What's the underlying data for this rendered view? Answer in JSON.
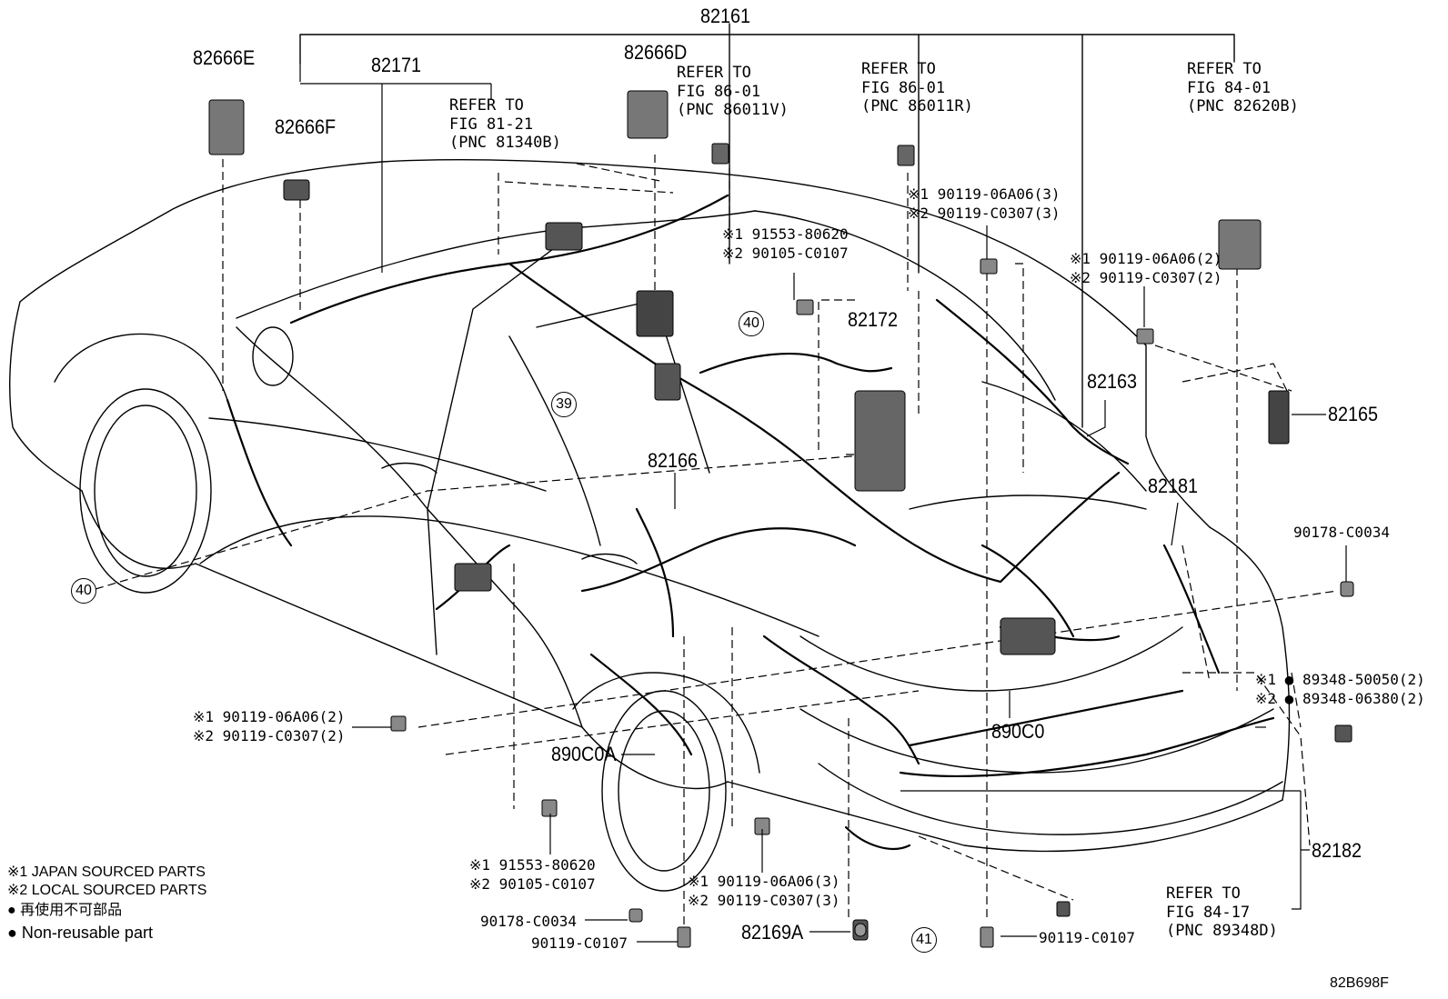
{
  "diagram": {
    "main_part": "82161",
    "parts": {
      "p82666E": "82666E",
      "p82171": "82171",
      "p82666F": "82666F",
      "p82666D": "82666D",
      "p82172": "82172",
      "p82163": "82163",
      "p82165": "82165",
      "p82181": "82181",
      "p82166": "82166",
      "p90178_right": "90178-C0034",
      "p890C0": "890C0",
      "p890C0A": "890C0A",
      "p82182": "82182",
      "p82169A": "82169A",
      "p90178_bottom": "90178-C0034",
      "p90119_bottom_left": "90119-C0107",
      "p90119_bottom_right": "90119-C0107"
    },
    "refs": {
      "ref_81_21": [
        "REFER TO",
        "FIG 81-21",
        "(PNC 81340B)"
      ],
      "ref_86_01_v": [
        "REFER TO",
        "FIG 86-01",
        "(PNC 86011V)"
      ],
      "ref_86_01_r": [
        "REFER TO",
        "FIG 86-01",
        "(PNC 86011R)"
      ],
      "ref_84_01": [
        "REFER TO",
        "FIG 84-01",
        "(PNC 82620B)"
      ],
      "ref_84_17": [
        "REFER TO",
        "FIG 84-17",
        "(PNC 89348D)"
      ]
    },
    "variant_pairs": {
      "upper_center": [
        "※1 91553-80620",
        "※2 90105-C0107"
      ],
      "upper_right_3": [
        "※1 90119-06A06(3)",
        "※2 90119-C0307(3)"
      ],
      "right_2": [
        "※1 90119-06A06(2)",
        "※2 90119-C0307(2)"
      ],
      "left_2": [
        "※1 90119-06A06(2)",
        "※2 90119-C0307(2)"
      ],
      "bottom_left": [
        "※1 91553-80620",
        "※2 90105-C0107"
      ],
      "bottom_center_3": [
        "※1 90119-06A06(3)",
        "※2 90119-C0307(3)"
      ],
      "clip_right": [
        "※1 ● 89348-50050(2)",
        "※2 ● 89348-06380(2)"
      ]
    },
    "callouts": {
      "c40_top": "40",
      "c39": "39",
      "c40_left": "40",
      "c41": "41"
    },
    "legend": [
      "※1 JAPAN SOURCED PARTS",
      "※2 LOCAL SOURCED PARTS",
      "● 再使用不可部品",
      "● Non-reusable part"
    ],
    "figure_code": "82B698F"
  }
}
